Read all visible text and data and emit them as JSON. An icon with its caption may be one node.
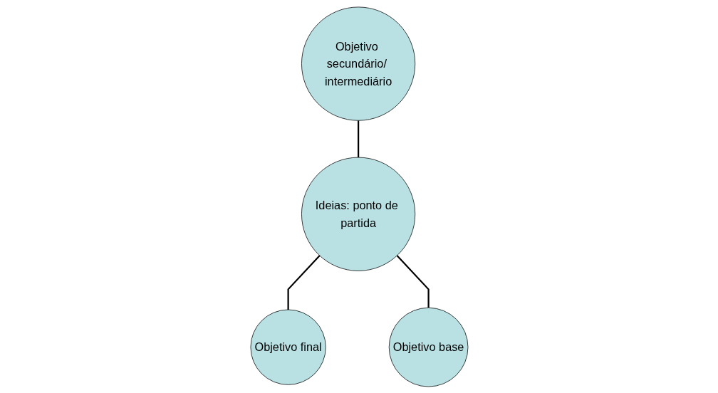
{
  "diagram": {
    "nodes": [
      {
        "text": [
          "Objetivo secundário/ intermediário"
        ]
      },
      {
        "text": [
          "Ideias: ponto de partida"
        ]
      },
      {
        "text": [
          "Objetivo final"
        ]
      },
      {
        "text": [
          "Objetivo base"
        ]
      }
    ],
    "edges": [
      {
        "from": 0,
        "to": 1,
        "arrow": "none"
      },
      {
        "from": 1,
        "to": 2,
        "arrow": "none"
      },
      {
        "from": 1,
        "to": 3,
        "arrow": "none"
      }
    ]
  }
}
